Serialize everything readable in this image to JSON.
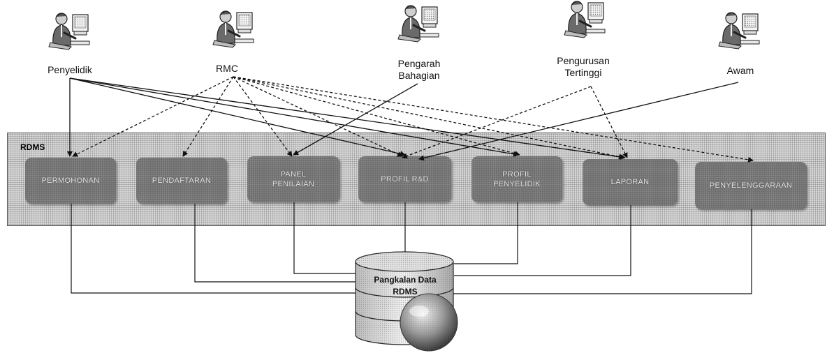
{
  "system_label": "RDMS",
  "actors": [
    {
      "id": "penyelidik",
      "label": "Penyelidik"
    },
    {
      "id": "rmc",
      "label": "RMC"
    },
    {
      "id": "pengarah",
      "label": "Pengarah\nBahagian"
    },
    {
      "id": "pengurusan",
      "label": "Pengurusan\nTertinggi"
    },
    {
      "id": "awam",
      "label": "Awam"
    }
  ],
  "modules": [
    {
      "id": "permohonan",
      "label": "PERMOHONAN"
    },
    {
      "id": "pendaftaran",
      "label": "PENDAFTARAN"
    },
    {
      "id": "panel",
      "label": "PANEL\nPENILAIAN"
    },
    {
      "id": "profil_rd",
      "label": "PROFIL R&D"
    },
    {
      "id": "profil_penyelidik",
      "label": "PROFIL\nPENYELIDIK"
    },
    {
      "id": "laporan",
      "label": "LAPORAN"
    },
    {
      "id": "penyelenggaraan",
      "label": "PENYELENGGARAAN"
    }
  ],
  "database": {
    "label": "Pangkalan Data\nRDMS"
  },
  "connections": {
    "solid": [
      {
        "from": "penyelidik",
        "to": "permohonan"
      },
      {
        "from": "penyelidik",
        "to": "profil_rd"
      },
      {
        "from": "penyelidik",
        "to": "profil_penyelidik"
      },
      {
        "from": "penyelidik",
        "to": "laporan"
      },
      {
        "from": "pengarah",
        "to": "panel"
      },
      {
        "from": "awam",
        "to": "profil_rd"
      }
    ],
    "dashed": [
      {
        "from": "rmc",
        "to": "permohonan"
      },
      {
        "from": "rmc",
        "to": "pendaftaran"
      },
      {
        "from": "rmc",
        "to": "panel"
      },
      {
        "from": "rmc",
        "to": "profil_rd"
      },
      {
        "from": "rmc",
        "to": "profil_penyelidik"
      },
      {
        "from": "rmc",
        "to": "laporan"
      },
      {
        "from": "rmc",
        "to": "penyelenggaraan"
      },
      {
        "from": "pengurusan",
        "to": "profil_rd"
      },
      {
        "from": "pengurusan",
        "to": "laporan"
      }
    ]
  }
}
